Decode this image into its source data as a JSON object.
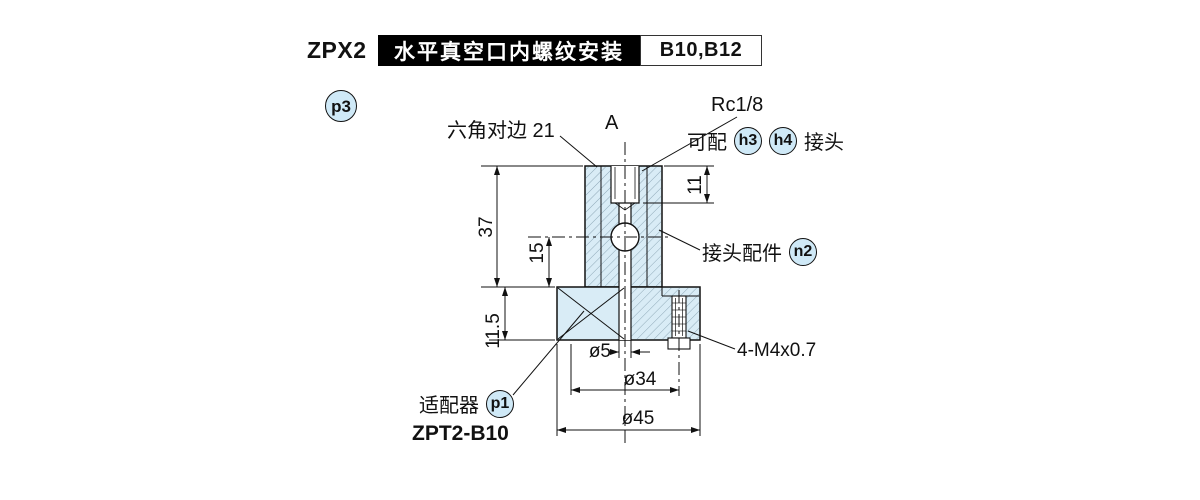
{
  "colors": {
    "part_fill": "#d9ecf6",
    "badge_fill": "#cfe9f7",
    "line": "#111111",
    "header_bg": "#000000",
    "header_fg": "#ffffff"
  },
  "header": {
    "series": "ZPX2",
    "title": "水平真空口内螺纹安装",
    "models": "B10,B12",
    "page_badge": "p3"
  },
  "labels": {
    "hex_flats": "六角对边 21",
    "section": "A",
    "thread_spec": "Rc1/8",
    "fitting_prefix": "可配",
    "fitting_badge_1": "h3",
    "fitting_badge_2": "h4",
    "fitting_suffix": "接头",
    "fitting_parts": "接头配件",
    "fitting_parts_badge": "n2",
    "adapter": "适配器",
    "adapter_badge": "p1",
    "adapter_model": "ZPT2-B10",
    "bolt_spec": "4-M4x0.7"
  },
  "dimensions": {
    "body_height": "37",
    "port_offset": "15",
    "flange_height": "11.5",
    "thread_depth": "11",
    "hole_dia": "ø5",
    "bolt_circle_dia": "ø34",
    "flange_dia": "ø45"
  }
}
